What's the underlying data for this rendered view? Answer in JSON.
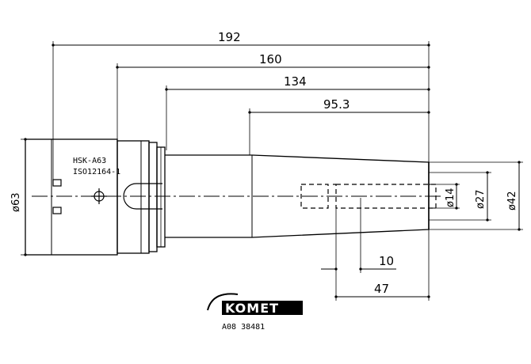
{
  "dimensions": {
    "overall_length": "192",
    "length_160": "160",
    "length_134": "134",
    "taper_length": "95.3",
    "bore_depth_10": "10",
    "bore_depth_47": "47",
    "flange_diameter": "ø63",
    "bore_diameter": "ø14",
    "tail_diameter": "ø27",
    "nose_diameter": "ø42"
  },
  "labels": {
    "interface_line1": "HSK-A63",
    "interface_line2": "ISO12164-1"
  },
  "logo": {
    "brand": "KOMET",
    "article_number": "A08 38481"
  }
}
